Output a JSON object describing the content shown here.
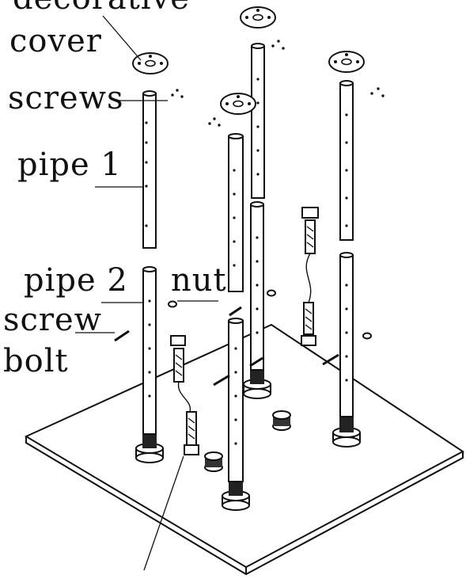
{
  "diagram": {
    "labels": {
      "decorative": "decorative",
      "cover": "cover",
      "screws": "screws",
      "pipe1": "pipe 1",
      "pipe2": "pipe 2",
      "nut": "nut",
      "screw": "screw",
      "bolt": "bolt"
    }
  }
}
